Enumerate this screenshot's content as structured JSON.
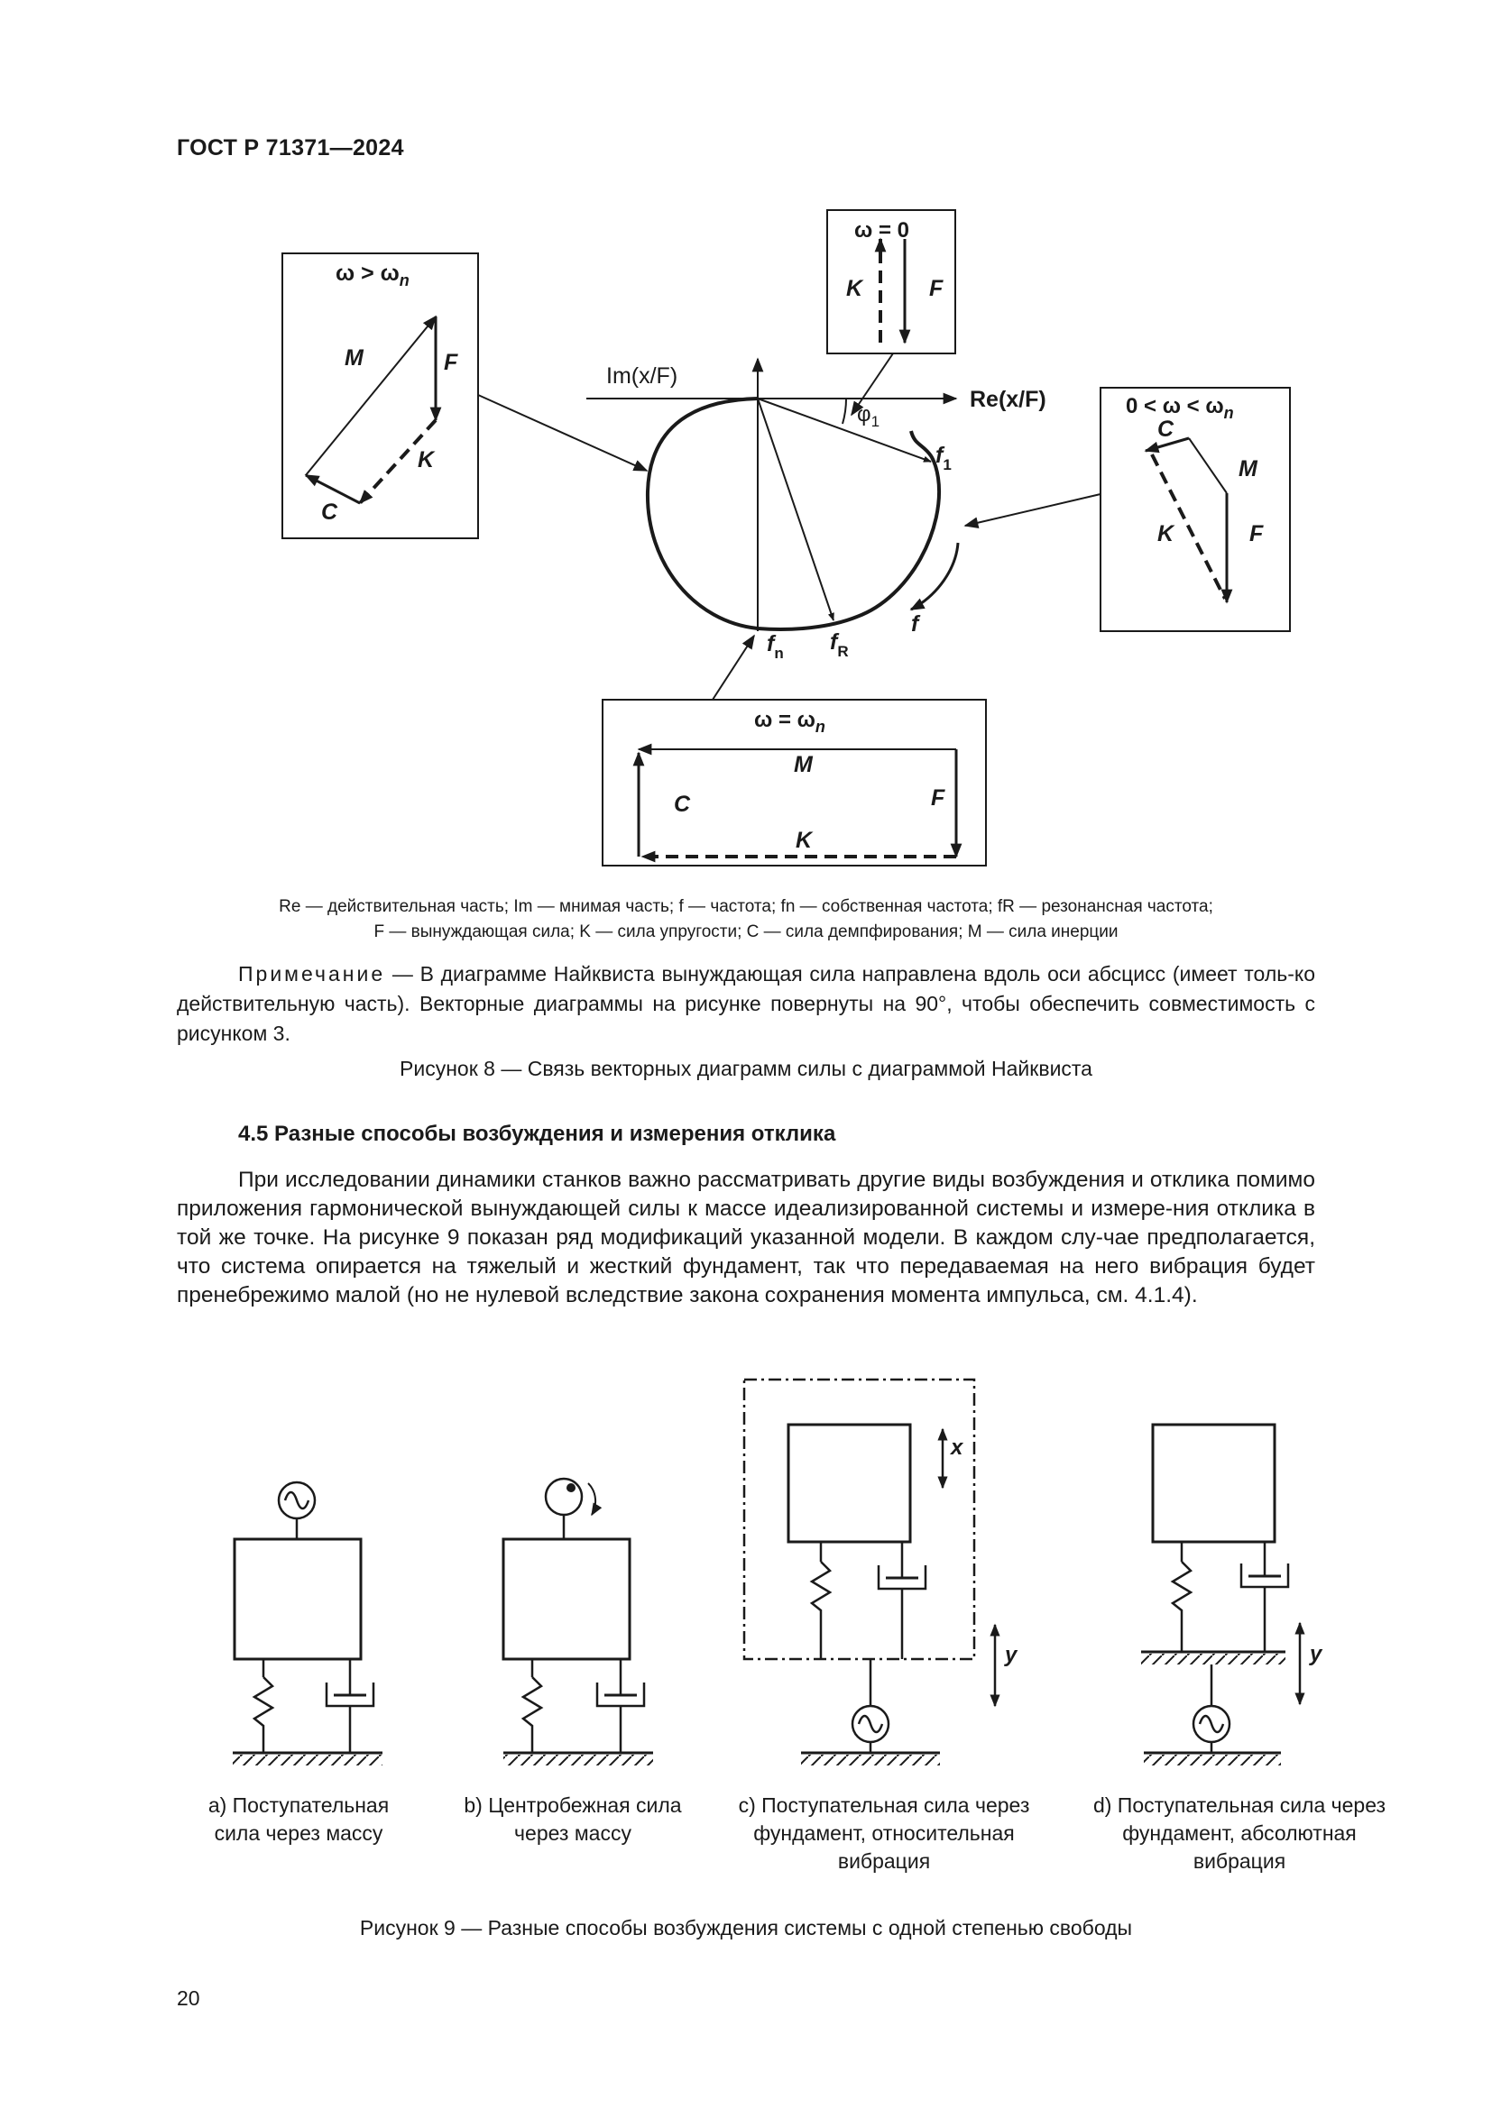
{
  "header": {
    "doc_id": "ГОСТ Р 71371—2024"
  },
  "figure8": {
    "axes": {
      "im_label": "Im(x/F)",
      "re_label": "Re(x/F)"
    },
    "points": {
      "phi": "φ",
      "phi_sub": "1",
      "f1": "f",
      "f1_sub": "1",
      "fR": "f",
      "fR_sub": "R",
      "fn": "f",
      "fn_sub": "n",
      "f": "f"
    },
    "box_high": {
      "title_omega": "ω > ω",
      "title_sub": "n",
      "M": "M",
      "F": "F",
      "K": "K",
      "C": "C"
    },
    "box_zero": {
      "title": "ω = 0",
      "K": "K",
      "F": "F"
    },
    "box_low": {
      "title": "0 < ω < ω",
      "title_sub": "n",
      "C": "C",
      "M": "M",
      "K": "K",
      "F": "F"
    },
    "box_res": {
      "title": "ω = ω",
      "title_sub": "n",
      "M": "M",
      "C": "C",
      "F": "F",
      "K": "K"
    },
    "legend_line1": "Re — действительная часть; Im — мнимая часть; f — частота; fn — собственная частота; fR — резонансная частота;",
    "legend_line2": "F — вынуждающая сила; K — сила упругости; C — сила демпфирования; M — сила инерции",
    "note_word": "Примечание",
    "note_text": " — В диаграмме Найквиста вынуждающая сила направлена вдоль оси абсцисс (имеет толь-ко действительную часть). Векторные диаграммы на рисунке повернуты на 90°, чтобы обеспечить совместимость с рисунком 3.",
    "caption": "Рисунок 8 — Связь векторных диаграмм силы с диаграммой Найквиста"
  },
  "section": {
    "title": "4.5 Разные способы возбуждения и измерения отклика",
    "paragraph": "При исследовании динамики станков важно рассматривать другие виды возбуждения и отклика помимо приложения гармонической вынуждающей силы к массе идеализированной системы и измере-ния отклика в той же точке. На рисунке 9 показан ряд модификаций указанной модели. В каждом слу-чае предполагается, что система опирается на тяжелый и жесткий фундамент, так что передаваемая на него вибрация будет пренебрежимо малой (но не нулевой вследствие закона сохранения момента импульса, см. 4.1.4)."
  },
  "figure9": {
    "x_label": "x",
    "y_label": "y",
    "sub_a": [
      "a)  Поступательная",
      "сила через массу"
    ],
    "sub_b": [
      "b) Центробежная сила",
      "через массу"
    ],
    "sub_c": [
      "c) Поступательная сила через",
      "фундамент, относительная",
      "вибрация"
    ],
    "sub_d": [
      "d) Поступательная сила через",
      "фундамент, абсолютная",
      "вибрация"
    ],
    "caption": "Рисунок 9 — Разные способы возбуждения системы с одной степенью свободы"
  },
  "page_number": "20"
}
